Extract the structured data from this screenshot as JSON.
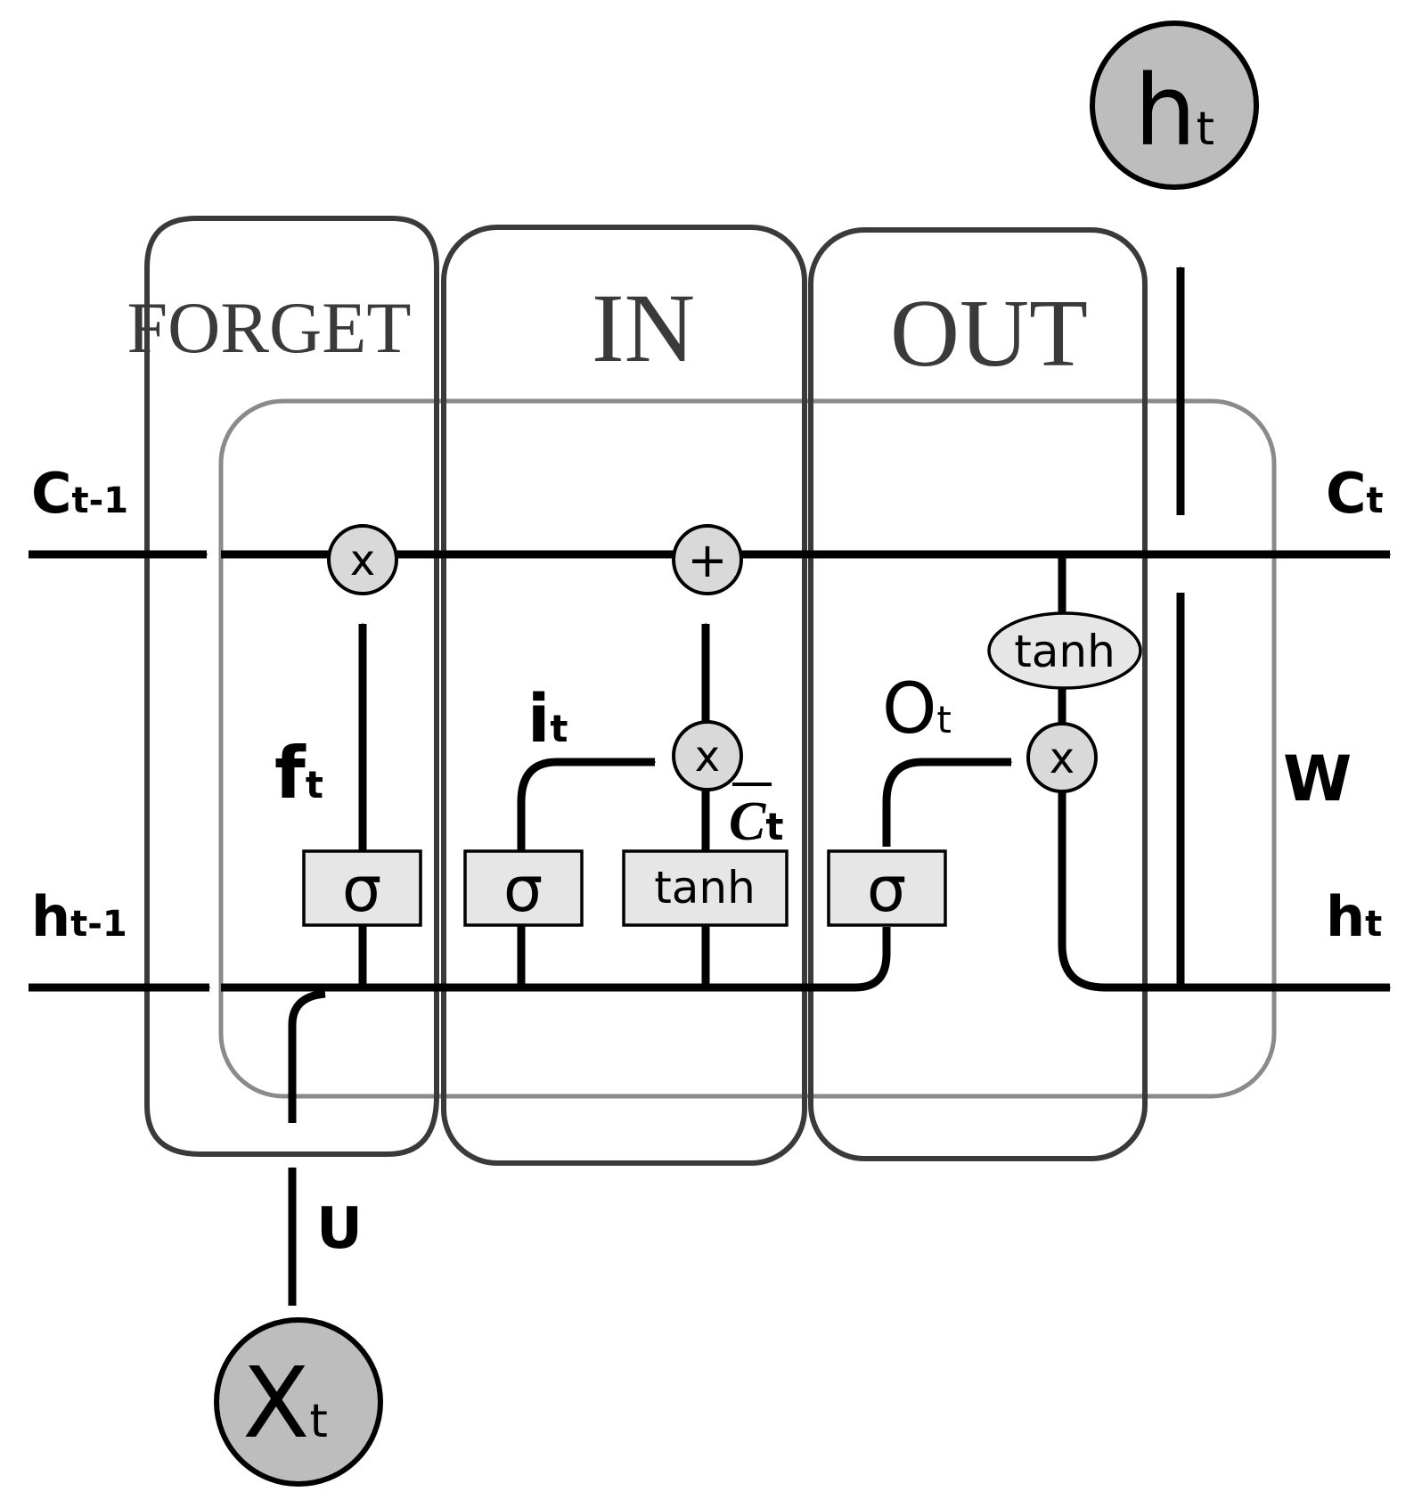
{
  "gates": {
    "forget": "FORGET",
    "in": "IN",
    "out": "OUT"
  },
  "labels": {
    "c_prev": {
      "base": "C",
      "sub": "t-1"
    },
    "c_next": {
      "base": "C",
      "sub": "t"
    },
    "h_prev": {
      "base": "h",
      "sub": "t-1"
    },
    "h_next": {
      "base": "h",
      "sub": "t"
    },
    "f_t": {
      "base": "f",
      "sub": "t"
    },
    "i_t": {
      "base": "i",
      "sub": "t"
    },
    "o_t": {
      "base": "O",
      "sub": "t"
    },
    "c_tilde": {
      "base": "C",
      "sub": "t"
    },
    "w": "W",
    "u": "U"
  },
  "activations": {
    "sigma": "σ",
    "tanh": "tanh"
  },
  "operators": {
    "multiply": "x",
    "add": "+"
  },
  "nodes": {
    "x_t": {
      "base": "X",
      "sub": "t"
    },
    "h_t": {
      "base": "h",
      "sub": "t"
    }
  },
  "colors": {
    "line": "#000000",
    "gate_border": "#3a3a3a",
    "cell_border": "#8a8a8a",
    "node_fill": "#bdbdbd",
    "op_fill": "#d9d9d9",
    "act_fill": "#e6e6e6",
    "w_label": "#b5b5b5"
  }
}
